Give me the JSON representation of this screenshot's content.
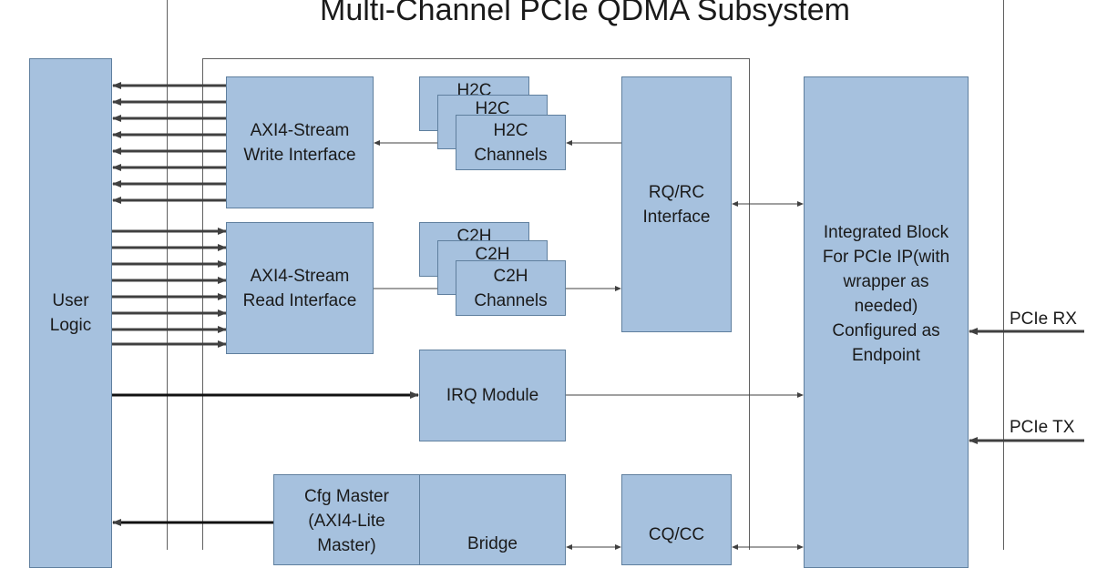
{
  "title": "Multi-Channel PCIe QDMA Subsystem",
  "blocks": {
    "user_logic": "User\nLogic",
    "axi_write": "AXI4-Stream\nWrite Interface",
    "axi_read": "AXI4-Stream\nRead Interface",
    "h2c_back2": "H2C",
    "h2c_back1": "H2C",
    "h2c_front": "H2C\nChannels",
    "c2h_back2": "C2H",
    "c2h_back1": "C2H",
    "c2h_front": "C2H\nChannels",
    "rq_rc": "RQ/RC\nInterface",
    "irq": "IRQ Module",
    "integrated": "Integrated Block\nFor PCIe IP(with\nwrapper as\nneeded)\nConfigured as\nEndpoint",
    "cfg_master": "Cfg Master\n(AXI4-Lite\nMaster)",
    "bridge": "Bridge",
    "cq_cc": "CQ/CC"
  },
  "labels": {
    "pcie_rx": "PCIe RX",
    "pcie_tx": "PCIe TX"
  },
  "colors": {
    "block_fill": "#a6c1de",
    "block_border": "#5f7f9e",
    "line": "#404040"
  }
}
